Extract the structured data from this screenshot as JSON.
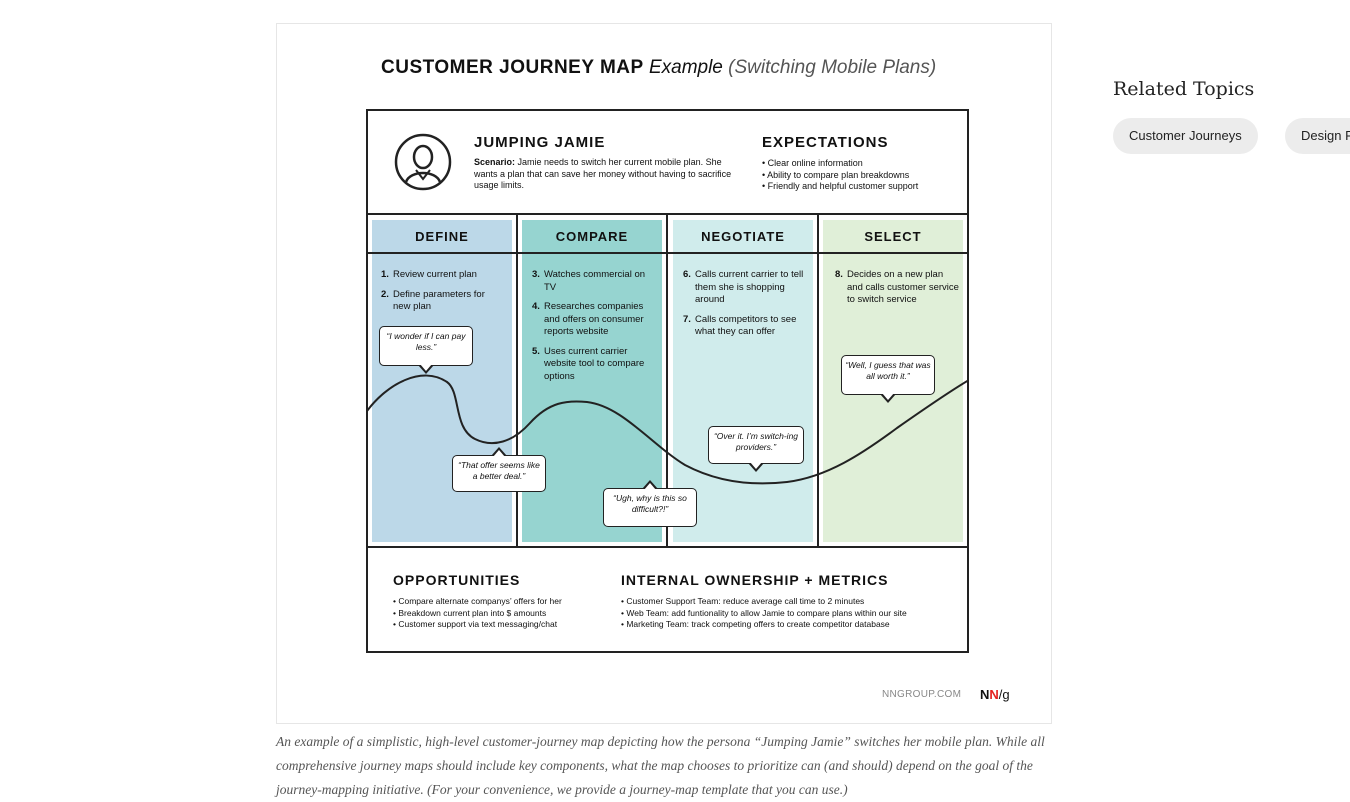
{
  "figure": {
    "title_main": "CUSTOMER JOURNEY MAP",
    "title_example": "Example",
    "title_sub": "(Switching Mobile Plans)",
    "persona": {
      "name": "JUMPING JAMIE",
      "scenario_label": "Scenario:",
      "scenario_text": "Jamie needs to switch her current mobile plan. She wants a plan that can save her money without having to sacrifice usage limits.",
      "icon": "person-icon"
    },
    "expectations": {
      "title": "EXPECTATIONS",
      "items": [
        "Clear online information",
        "Ability to compare plan breakdowns",
        "Friendly and helpful customer support"
      ]
    },
    "phases": [
      {
        "title": "DEFINE",
        "color": "#bcd8e8",
        "steps": [
          {
            "num": "1.",
            "text": "Review current plan"
          },
          {
            "num": "2.",
            "text": "Define parameters for new plan"
          }
        ]
      },
      {
        "title": "COMPARE",
        "color": "#96d4d0",
        "steps": [
          {
            "num": "3.",
            "text": "Watches commercial on TV"
          },
          {
            "num": "4.",
            "text": "Researches companies and offers on consumer reports website"
          },
          {
            "num": "5.",
            "text": "Uses current carrier website tool to compare options"
          }
        ]
      },
      {
        "title": "NEGOTIATE",
        "color": "#d0ecec",
        "steps": [
          {
            "num": "6.",
            "text": "Calls current carrier to tell them she is shopping around"
          },
          {
            "num": "7.",
            "text": "Calls competitors to see what they can offer"
          }
        ]
      },
      {
        "title": "SELECT",
        "color": "#e0efd8",
        "steps": [
          {
            "num": "8.",
            "text": "Decides on a new plan and calls customer service to switch service"
          }
        ]
      }
    ],
    "quotes": [
      "“I wonder if I can pay less.”",
      "“That offer seems like a better deal.”",
      "“Ugh, why is this so difficult?!”",
      "“Over it. I’m switch-ing providers.”",
      "“Well, I guess that was all worth it.”"
    ],
    "opportunities": {
      "title": "OPPORTUNITIES",
      "items": [
        "Compare alternate companys’ offers for her",
        "Breakdown current plan into $ amounts",
        "Customer support via text messaging/chat"
      ]
    },
    "ownership": {
      "title": "INTERNAL OWNERSHIP + METRICS",
      "items": [
        "Customer Support Team: reduce average call time to 2 minutes",
        "Web Team: add funtionality to allow Jamie to compare plans within our site",
        "Marketing Team: track competing offers to create competitor database"
      ]
    },
    "credit": "NNGROUP.COM",
    "logo": {
      "n1": "N",
      "n2": "N",
      "slash_g": "/g"
    }
  },
  "caption": "An example of a simplistic, high-level customer-journey map depicting how the persona “Jumping Jamie” switches her mobile plan. While all comprehensive journey maps should include key components, what the map chooses to prioritize can (and should) depend on the goal of the journey-mapping initiative. (For your convenience, we provide a journey-map template that you can use.)",
  "related": {
    "title": "Related Topics",
    "topics": [
      "Customer Journeys",
      "Design P"
    ]
  }
}
